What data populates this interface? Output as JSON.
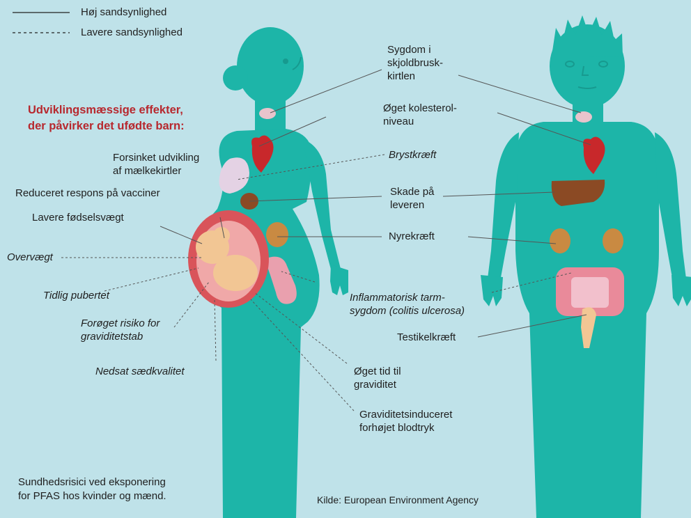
{
  "legend": {
    "high": "Høj sandsynlighed",
    "low": "Lavere sandsynlighed"
  },
  "header": {
    "line1": "Udviklingsmæssige effekter,",
    "line2": "der påvirker det ufødte barn:"
  },
  "left_labels": {
    "milk_1": "Forsinket udvikling",
    "milk_2": "af mælkekirtler",
    "vaccine": "Reduceret respons på vacciner",
    "birthweight": "Lavere fødselsvægt",
    "overweight": "Overvægt",
    "puberty": "Tidlig pubertet",
    "miscarriage_1": "Forøget risiko for",
    "miscarriage_2": "graviditetstab",
    "semen": "Nedsat sædkvalitet",
    "time_1": "Øget tid til",
    "time_2": "graviditet",
    "bp_1": "Graviditetsinduceret",
    "bp_2": "forhøjet blodtryk"
  },
  "center_labels": {
    "thyroid_1": "Sygdom i",
    "thyroid_2": "skjoldbrusk-",
    "thyroid_3": "kirtlen",
    "chol_1": "Øget kolesterol-",
    "chol_2": "niveau",
    "breast": "Brystkræft",
    "liver_1": "Skade på",
    "liver_2": "leveren",
    "kidney": "Nyrekræft",
    "bowel_1": "Inflammatorisk tarm-",
    "bowel_2": "sygdom (colitis ulcerosa)",
    "testis": "Testikelkræft"
  },
  "footer": {
    "caption_1": "Sundhedsrisici ved eksponering",
    "caption_2": "for PFAS hos kvinder og mænd.",
    "source": "Kilde: European Environment Agency"
  },
  "colors": {
    "background": "#bfe2e9",
    "body": "#1db5a8",
    "heart": "#c8282b",
    "liver": "#8b4a24",
    "kidney": "#c98a42",
    "fetus": "#f2c694",
    "womb": "#d9545a",
    "breast": "#e4d2e4",
    "bowel": "#e98a9a",
    "header": "#b7282e"
  }
}
